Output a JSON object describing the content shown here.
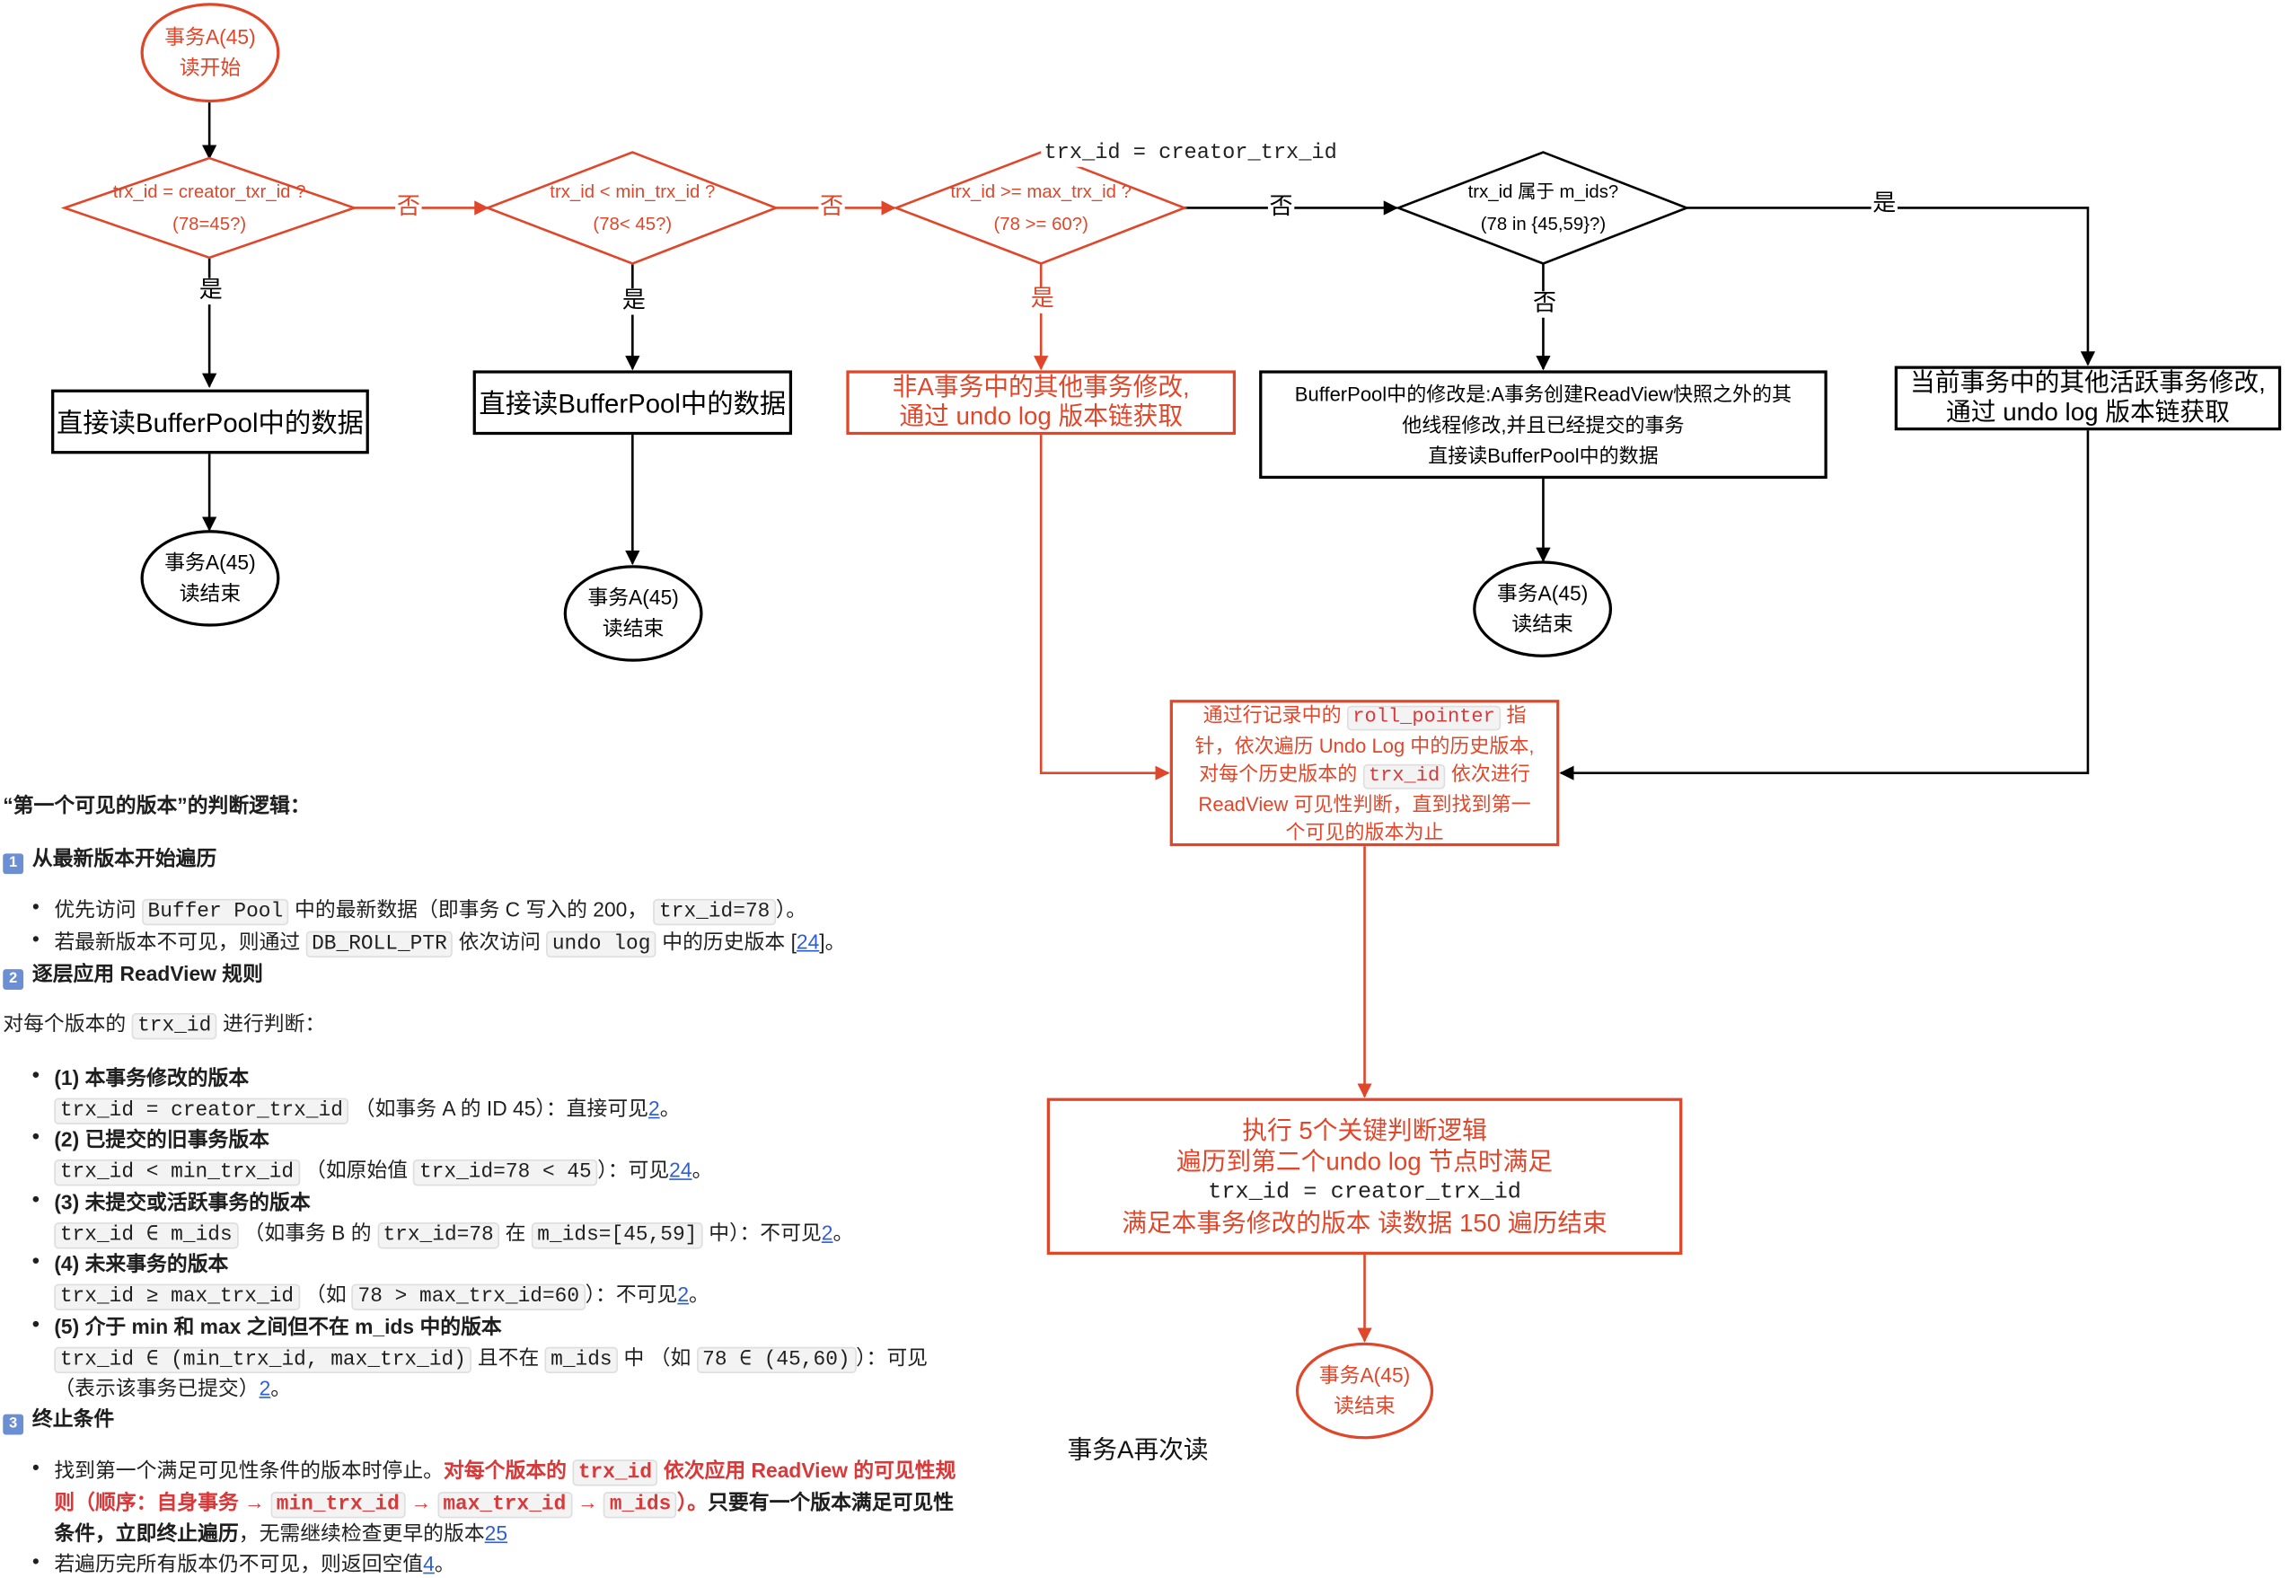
{
  "flow": {
    "start_a": [
      "事务A(45)",
      "读开始"
    ],
    "d1": [
      "trx_id = creator_txr_id ?",
      "(78=45?)"
    ],
    "d2": [
      "trx_id < min_trx_id ?",
      "(78< 45?)"
    ],
    "d3": [
      "trx_id >= max_trx_id ?",
      "(78 >= 60?)"
    ],
    "d4": [
      "trx_id 属于 m_ids?",
      "(78 in {45,59}?)"
    ],
    "d3_title": "trx_id = creator_trx_id",
    "yes": "是",
    "no": "否",
    "box1": "直接读BufferPool中的数据",
    "box2": "直接读BufferPool中的数据",
    "box3": [
      "非A事务中的其他事务修改,",
      "通过 undo log 版本链获取"
    ],
    "box4": [
      "BufferPool中的修改是:A事务创建ReadView快照之外的其",
      "他线程修改,并且已经提交的事务",
      "直接读BufferPool中的数据"
    ],
    "box5": [
      "当前事务中的其他活跃事务修改,",
      "通过 undo log 版本链获取"
    ],
    "end1": [
      "事务A(45)",
      "读结束"
    ],
    "end2": [
      "事务A(45)",
      "读结束"
    ],
    "end4": [
      "事务A(45)",
      "读结束"
    ],
    "undo_box": {
      "l1a": "通过行记录中的",
      "l1code": "roll_pointer",
      "l1b": "指",
      "l2": "针，依次遍历 Undo Log 中的历史版本,",
      "l3a": "对每个历史版本的",
      "l3code": "trx_id",
      "l3b": "依次进行",
      "l4": "ReadView 可见性判断，直到找到第一",
      "l5": "个可见的版本为止"
    },
    "exec_box": [
      "执行 5个关键判断逻辑",
      "遍历到第二个undo log 节点时满足",
      "trx_id = creator_trx_id",
      "满足本事务修改的版本 读数据 150  遍历结束"
    ],
    "end_final": [
      "事务A(45)",
      "读结束"
    ],
    "caption": "事务A再次读"
  },
  "notes": {
    "title": "“第一个可见的版本”的判断逻辑：",
    "s1_icon": "1",
    "s1_title": "从最新版本开始遍历",
    "s1_items": [
      {
        "a": "优先访问",
        "code": "Buffer Pool",
        "b": "中的最新数据（即事务 C 写入的 200，",
        "code2": "trx_id=78",
        "c": "）。"
      },
      {
        "a": "若最新版本不可见，则通过",
        "code": "DB_ROLL_PTR",
        "b": "依次访问",
        "code2": "undo log",
        "c": "中的历史版本 [",
        "ref": "24",
        "d": "]。"
      }
    ],
    "s2_icon": "2",
    "s2_title": "逐层应用 ReadView 规则",
    "s2_intro_a": "对每个版本的",
    "s2_intro_code": "trx_id",
    "s2_intro_b": "进行判断：",
    "rules": [
      {
        "title": "(1) 本事务修改的版本",
        "code": "trx_id = creator_trx_id",
        "desc": "（如事务 A 的 ID 45）：直接可见",
        "ref": "2",
        "end": "。"
      },
      {
        "title": "(2) 已提交的旧事务版本",
        "code": "trx_id < min_trx_id",
        "desc": "（如原始值",
        "code2": "trx_id=78 < 45",
        "desc2": "）：可见",
        "ref": "24",
        "end": "。"
      },
      {
        "title": "(3) 未提交或活跃事务的版本",
        "code": "trx_id ∈ m_ids",
        "desc": "（如事务 B 的",
        "code2": "trx_id=78",
        "desc2": "在",
        "code3": "m_ids=[45,59]",
        "desc3": "中）：不可见",
        "ref": "2",
        "end": "。"
      },
      {
        "title": "(4) 未来事务的版本",
        "code": "trx_id ≥ max_trx_id",
        "desc": "（如",
        "code2": "78 > max_trx_id=60",
        "desc2": "）：不可见",
        "ref": "2",
        "end": "。"
      },
      {
        "title": "(5) 介于 min 和 max 之间但不在 m_ids 中的版本",
        "code": "trx_id ∈ (min_trx_id, max_trx_id)",
        "desc": "且不在",
        "code2": "m_ids",
        "desc2": "中 （如",
        "code3": "78 ∈ (45,60)",
        "desc3": "）：可见",
        "line2": "（表示该事务已提交）",
        "ref": "2",
        "end": "。"
      }
    ],
    "s3_icon": "3",
    "s3_title": "终止条件",
    "s3_item1": {
      "a": "找到第一个满足可见性条件的版本时停止。",
      "r1": "对每个版本的",
      "c1": "trx_id",
      "r2": "依次应用 ReadView 的可见性规",
      "r3": "则（顺序：自身事务 →",
      "c2": "min_trx_id",
      "r4": "→",
      "c3": "max_trx_id",
      "r5": "→",
      "c4": "m_ids",
      "r6": "）。",
      "b1": "只要有一个版本满足可见性",
      "b2": "条件，立即终止遍历",
      "d": "，无需继续检查更早的版本",
      "ref": "25"
    },
    "s3_item2": {
      "a": "若遍历完所有版本仍不可见，则返回空值",
      "ref": "4",
      "end": "。"
    }
  },
  "colors": {
    "accent": "#e0472a",
    "text": "#000000",
    "link": "#2f5fd0",
    "code_red": "#d63a3a"
  }
}
